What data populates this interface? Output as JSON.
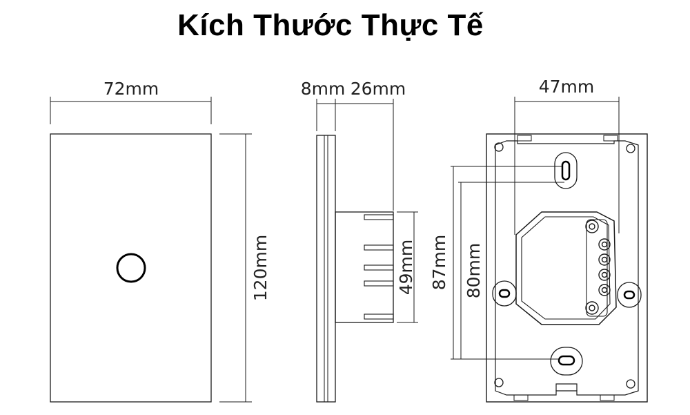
{
  "title": "Kích Thước Thực Tế",
  "front_view": {
    "width_label": "72mm",
    "height_label": "120mm"
  },
  "side_view": {
    "panel_thickness_label": "8mm",
    "box_depth_label": "26mm",
    "box_height_label": "49mm"
  },
  "back_view": {
    "mount_width_label": "47mm",
    "outer_hole_spacing_label": "87mm",
    "inner_hole_spacing_label": "80mm"
  }
}
